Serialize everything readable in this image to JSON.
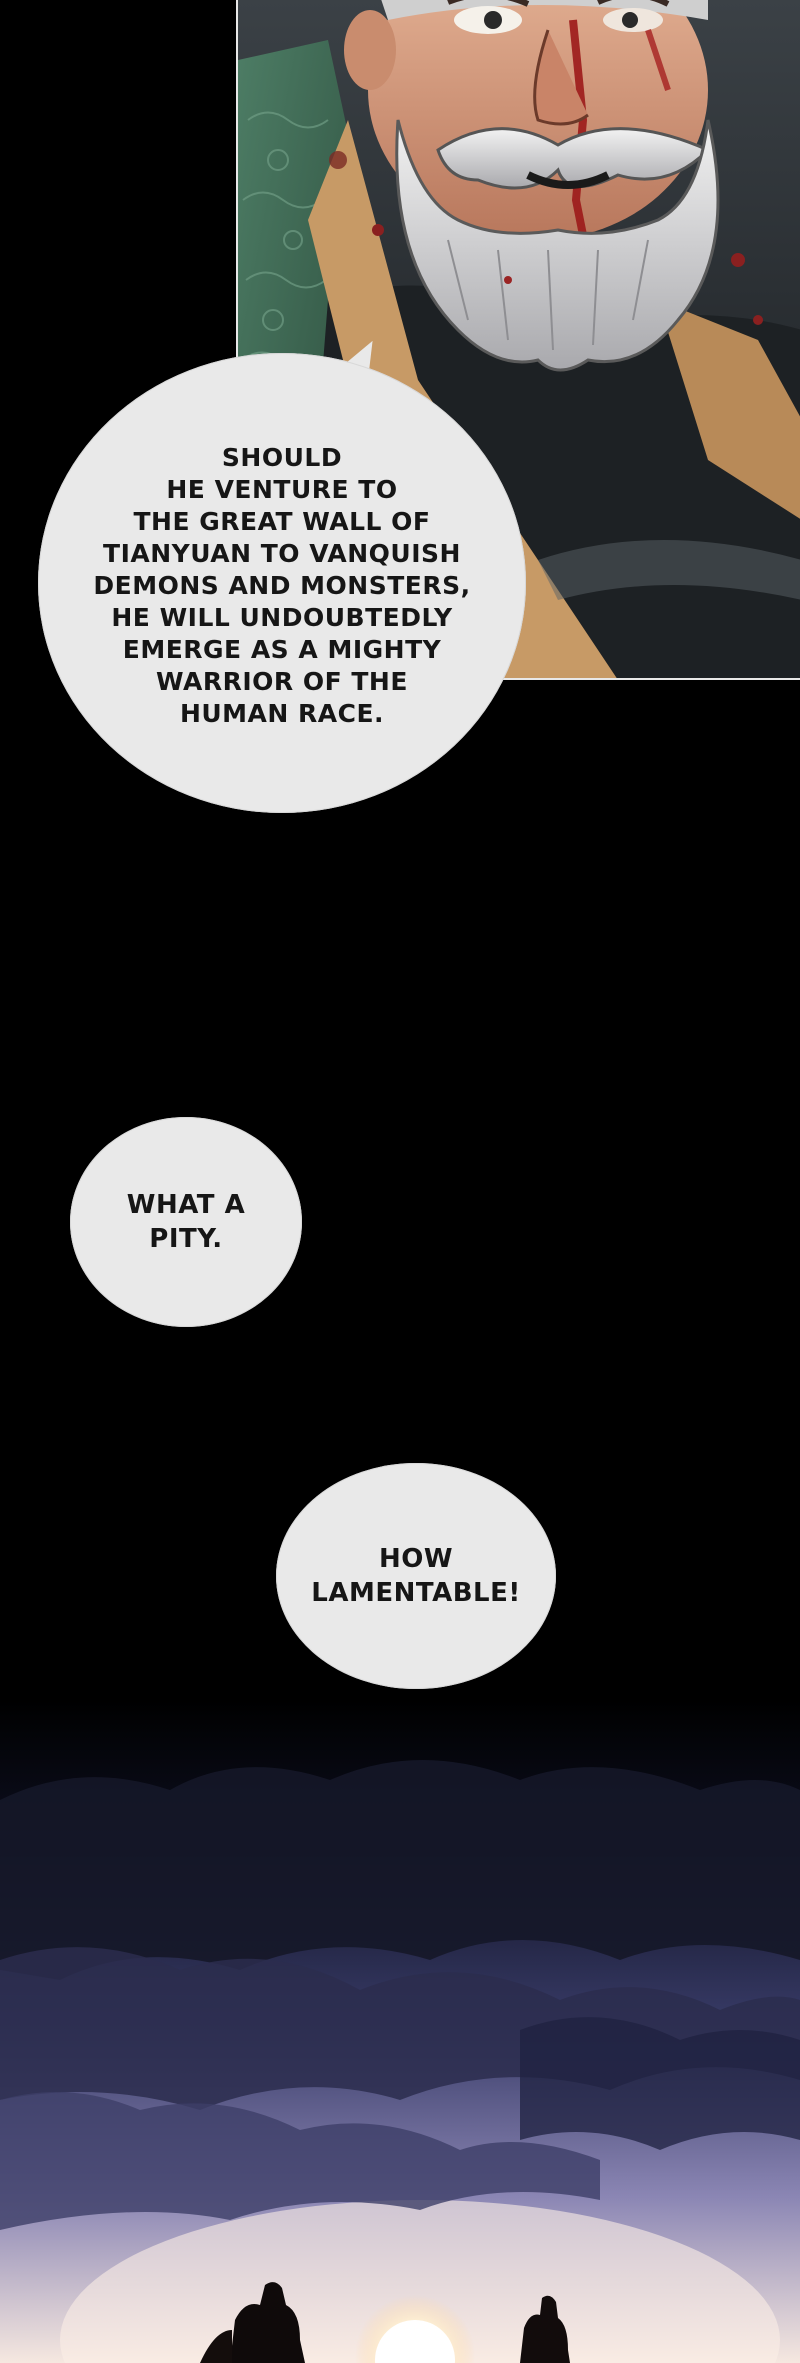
{
  "bubbles": [
    {
      "id": "bubble-1",
      "text": "Should\nhe venture to\nthe great wall of\nTianyuan to vanquish\ndemons and monsters,\nhe will undoubtedly\nemerge as a mighty\nwarrior of the\nhuman race."
    },
    {
      "id": "bubble-2",
      "text": "What a\npity."
    },
    {
      "id": "bubble-3",
      "text": "How\nlamentable!"
    }
  ],
  "colors": {
    "background": "#000000",
    "bubble_fill": "#e9e9e9",
    "bubble_text": "#161616",
    "robe_green": "#3f6b55",
    "beard": "#dcdcdc",
    "sunset_glow": "#fff1d6",
    "sky_purple": "#6e6a96"
  }
}
